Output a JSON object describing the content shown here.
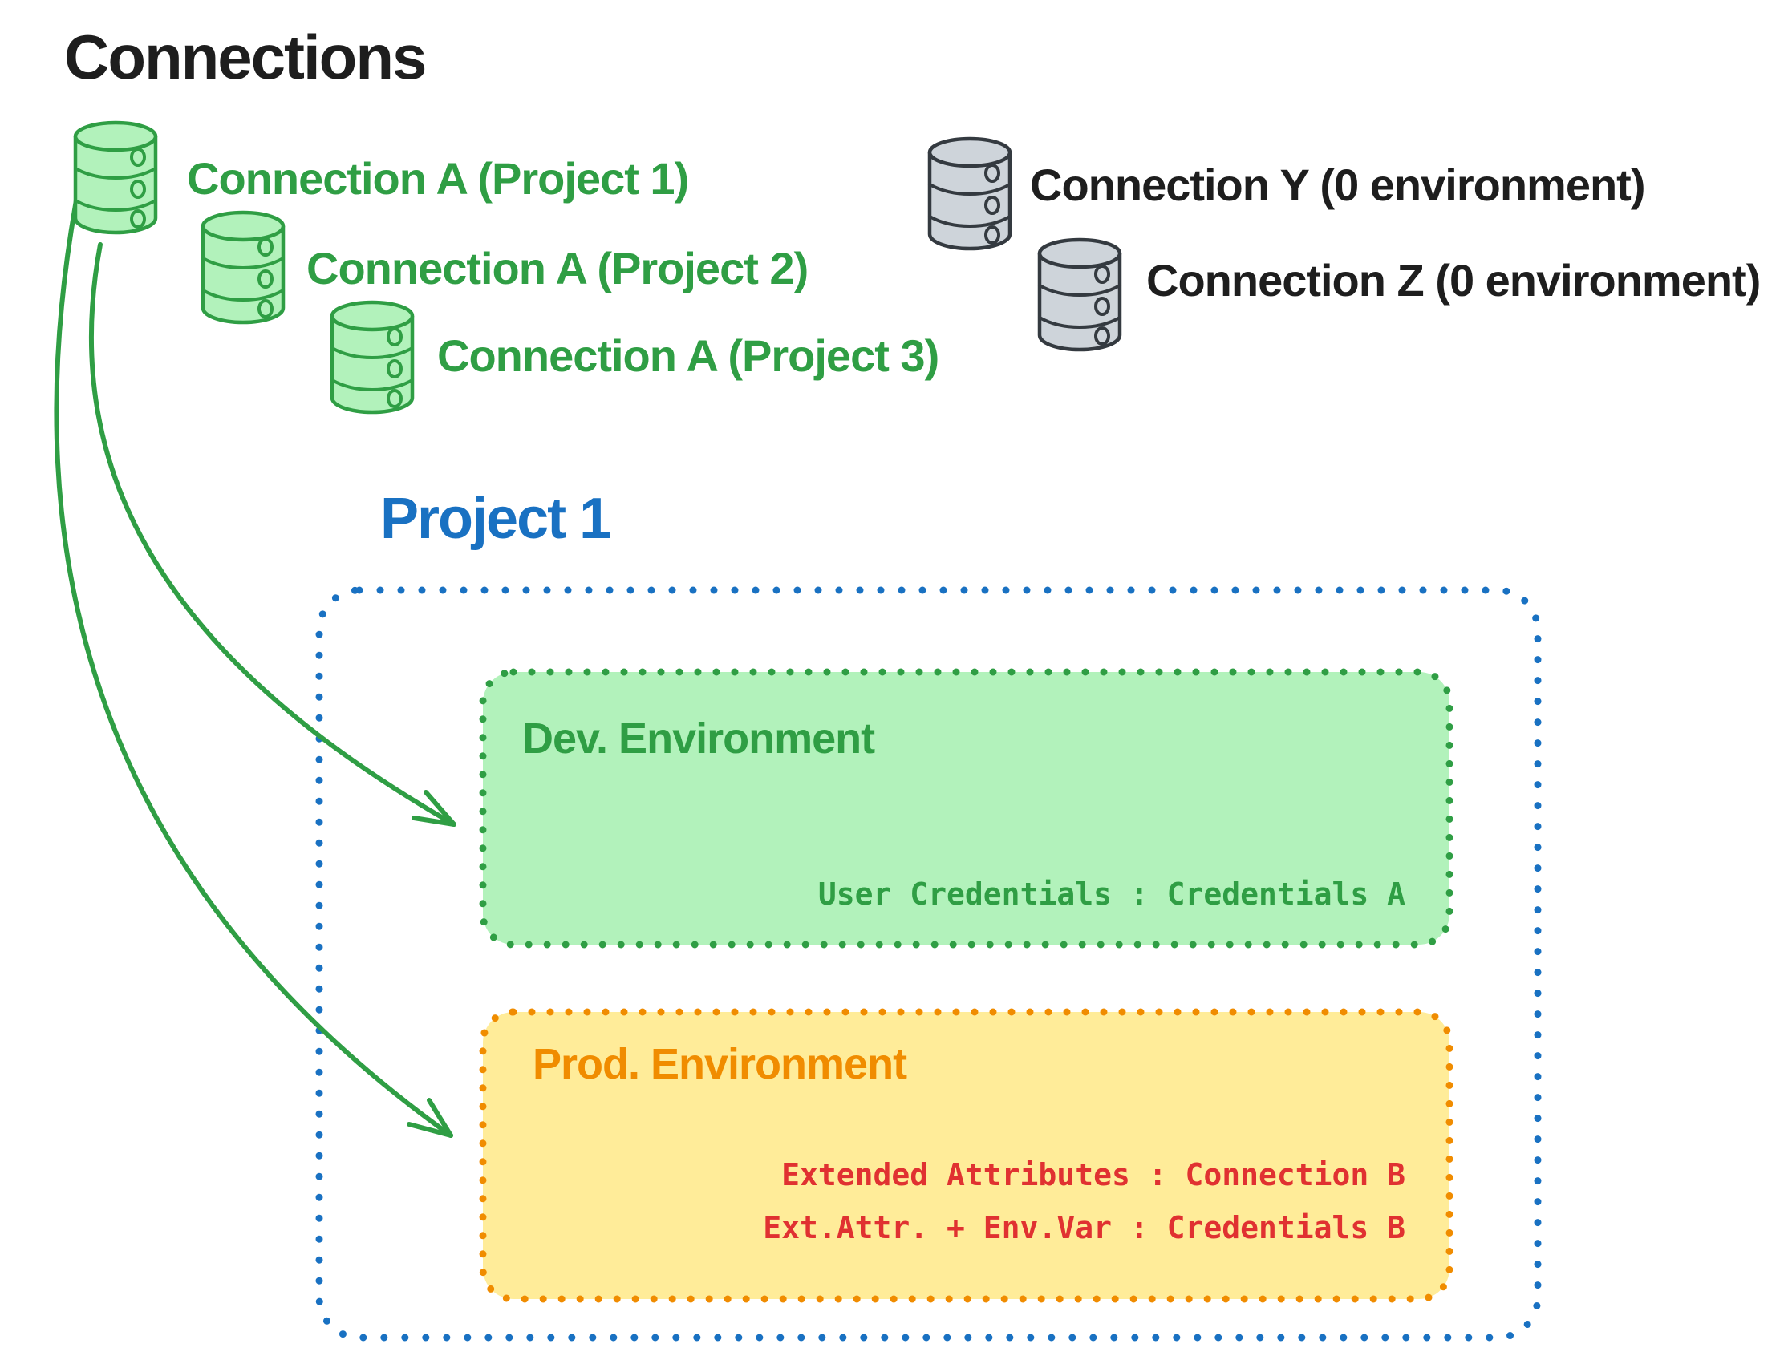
{
  "title": "Connections",
  "green_connections": [
    {
      "icon": "database-icon",
      "label": "Connection A (Project 1)"
    },
    {
      "icon": "database-icon",
      "label": "Connection A (Project 2)"
    },
    {
      "icon": "database-icon",
      "label": "Connection A (Project 3)"
    }
  ],
  "gray_connections": [
    {
      "icon": "database-icon",
      "label": "Connection Y (0 environment)"
    },
    {
      "icon": "database-icon",
      "label": "Connection Z (0 environment)"
    }
  ],
  "project": {
    "title": "Project 1",
    "environments": [
      {
        "name": "Dev. Environment",
        "mappings": [
          "User Credentials : Credentials A"
        ]
      },
      {
        "name": "Prod. Environment",
        "mappings": [
          "Extended Attributes : Connection B",
          "Ext.Attr. + Env.Var : Credentials B"
        ]
      }
    ]
  },
  "colors": {
    "black": "#1e1e1e",
    "green": "#2f9e44",
    "green_fill": "#b2f2bb",
    "gray": "#343a40",
    "gray_fill": "#ced4da",
    "blue": "#1971c2",
    "orange": "#f08c00",
    "orange_fill": "#ffec99",
    "red": "#e03131"
  }
}
